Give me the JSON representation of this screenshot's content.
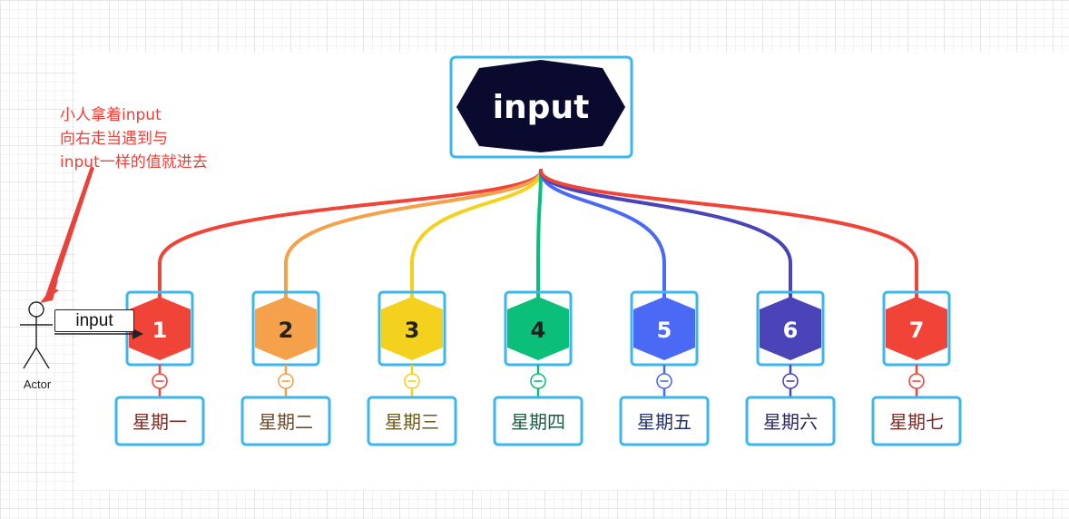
{
  "root": {
    "label": "input",
    "fill": "#0a0a2e",
    "text_color": "#ffffff"
  },
  "nodes": [
    {
      "label": "1",
      "day": "星期一",
      "color": "#f04438",
      "text_color": "#ffffff",
      "day_color": "#7a2b24"
    },
    {
      "label": "2",
      "day": "星期二",
      "color": "#f5a04b",
      "text_color": "#222222",
      "day_color": "#6b4a2c"
    },
    {
      "label": "3",
      "day": "星期三",
      "color": "#f4d11e",
      "text_color": "#222222",
      "day_color": "#6b5a1c"
    },
    {
      "label": "4",
      "day": "星期四",
      "color": "#0bbf7a",
      "text_color": "#222222",
      "day_color": "#1f5b45"
    },
    {
      "label": "5",
      "day": "星期五",
      "color": "#4a6af5",
      "text_color": "#ffffff",
      "day_color": "#23306e"
    },
    {
      "label": "6",
      "day": "星期六",
      "color": "#4b44b8",
      "text_color": "#ffffff",
      "day_color": "#2c2a5e"
    },
    {
      "label": "7",
      "day": "星期七",
      "color": "#f04438",
      "text_color": "#ffffff",
      "day_color": "#7a2b24"
    }
  ],
  "selection_color": "#3bb6ee",
  "annotation": {
    "lines": [
      "小人拿着input",
      "向右走当遇到与",
      "input一样的值就进去"
    ],
    "color": "#e8423a"
  },
  "actor": {
    "caption": "Actor",
    "carried_label": "input"
  }
}
